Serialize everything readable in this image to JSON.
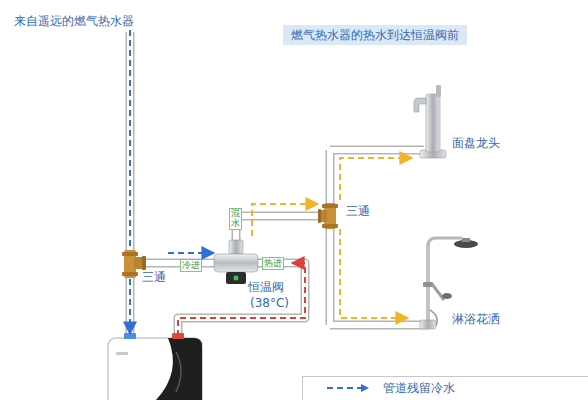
{
  "diagram": {
    "title": "燃气热水器的热水到达恒温阀前",
    "nodes": [
      {
        "text": [
          "来自遥远的燃气热水器"
        ]
      },
      {
        "text": [
          "三通"
        ]
      },
      {
        "text": [
          "恒温阀",
          "(38°C)"
        ]
      },
      {
        "text": [
          "三通"
        ]
      },
      {
        "text": [
          "面盘龙头"
        ]
      },
      {
        "text": [
          "淋浴花洒"
        ]
      }
    ],
    "edges": [
      {
        "from": 0,
        "to": 1,
        "arrow": "none"
      },
      {
        "from": 1,
        "to": 2,
        "arrow": "to"
      },
      {
        "from": 2,
        "to": 3,
        "arrow": "to"
      },
      {
        "from": 3,
        "to": 4,
        "arrow": "to"
      },
      {
        "from": 3,
        "to": 5,
        "arrow": "to"
      }
    ],
    "labels": [
      "冷进",
      "热进",
      "混水"
    ],
    "legend": [
      {
        "text": "管道残留冷水"
      }
    ]
  }
}
